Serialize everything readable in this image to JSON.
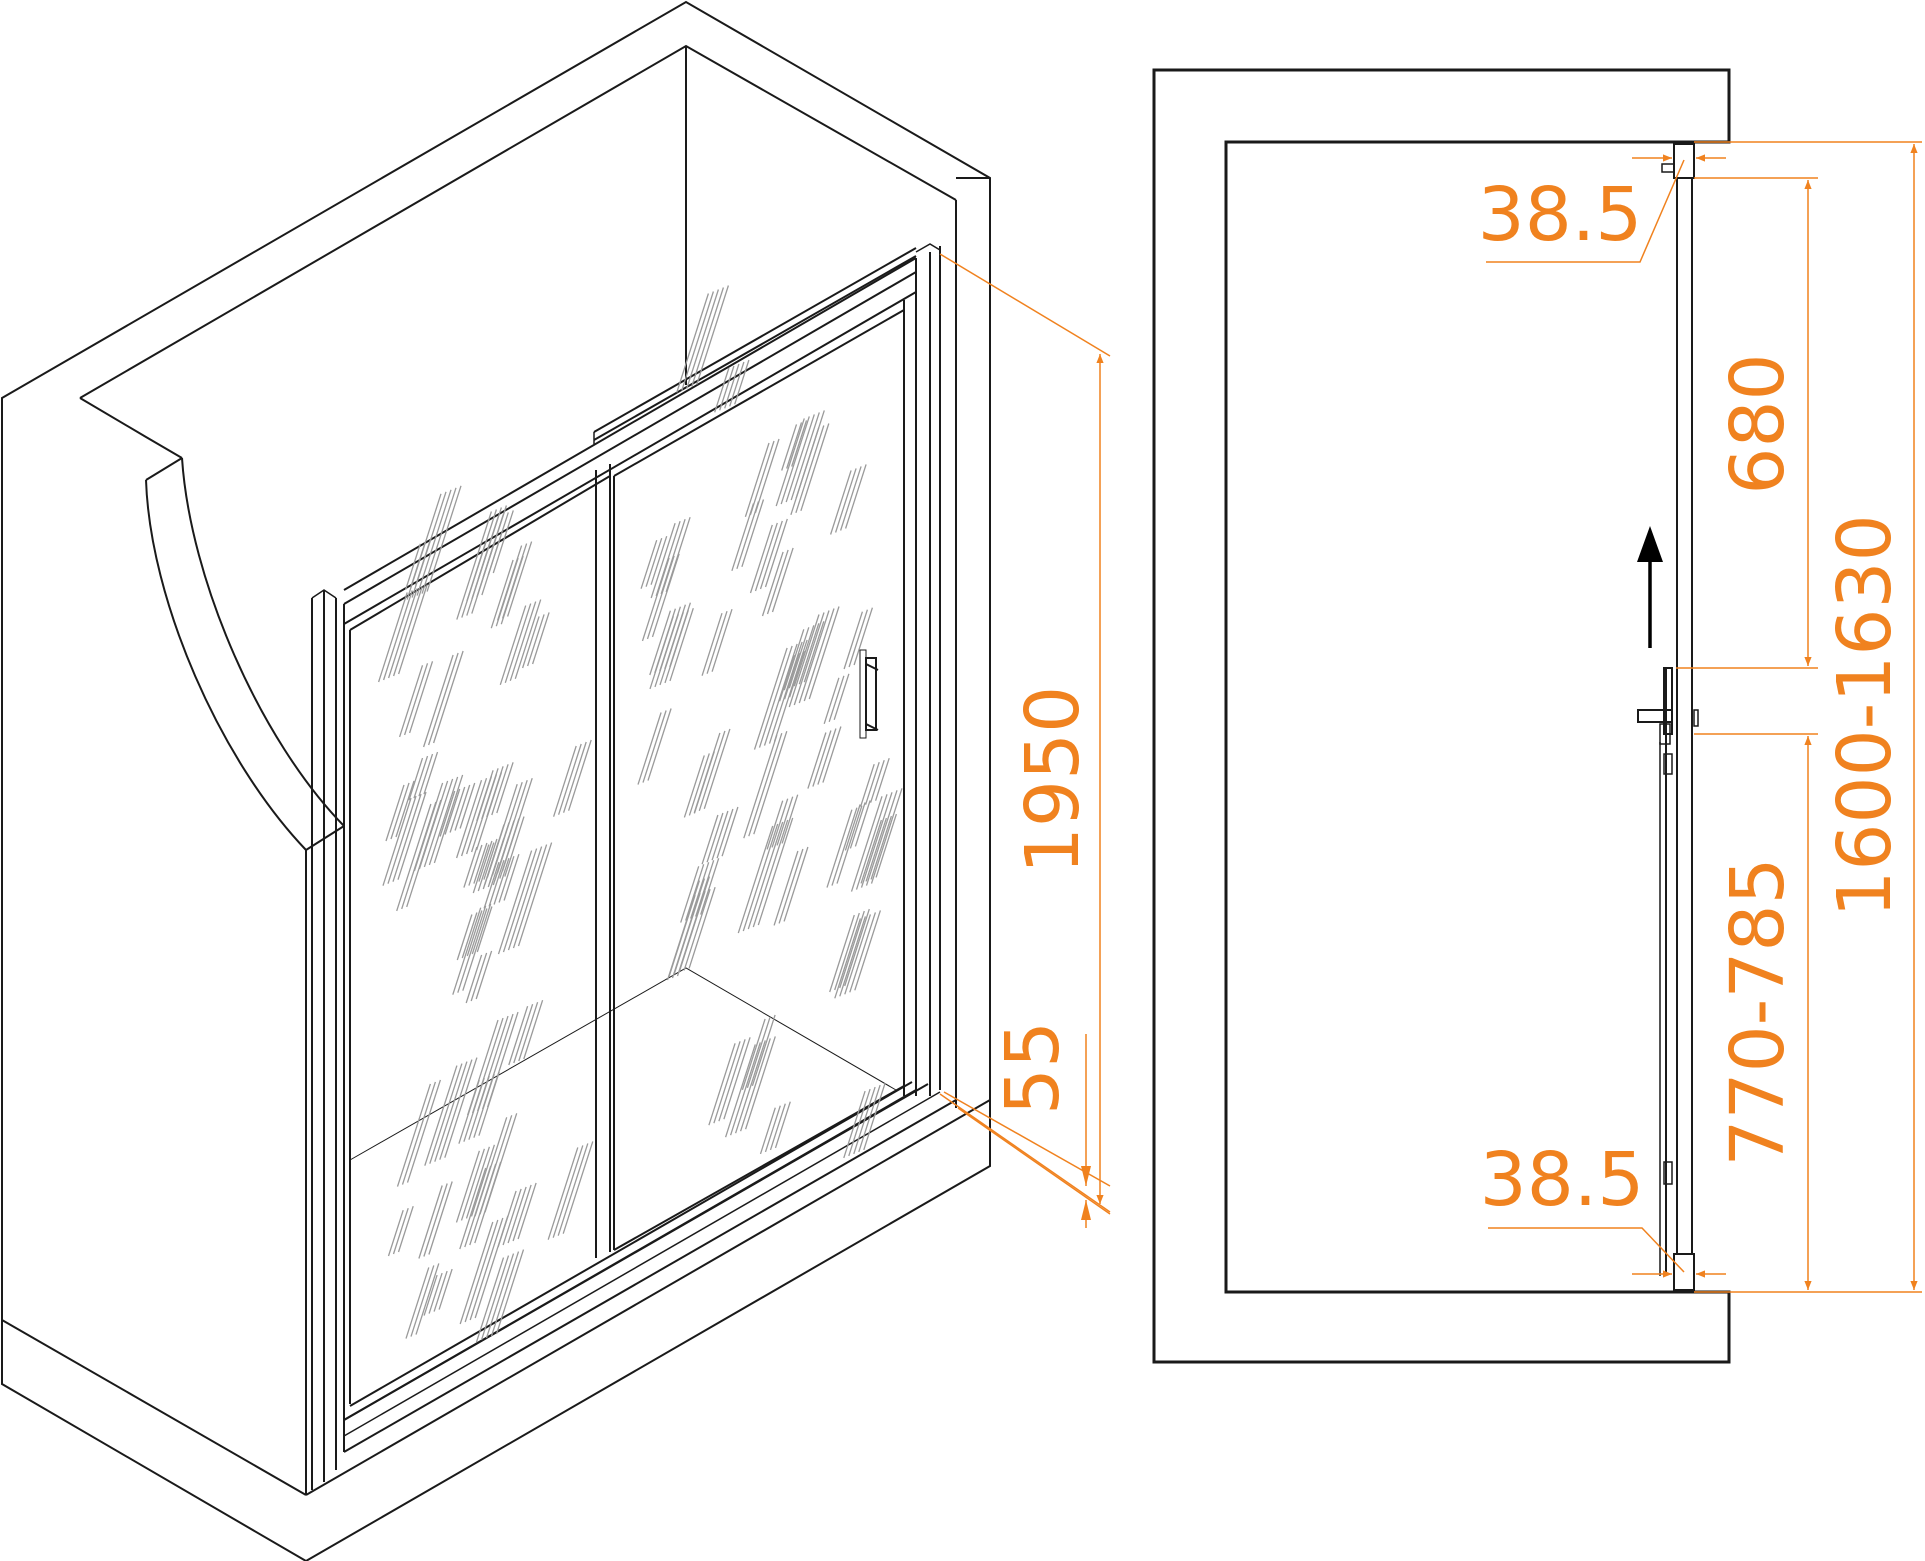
{
  "colors": {
    "dimension": "#f0821f",
    "outline": "#1a1a1a",
    "glass_pattern": "#9a9a9a",
    "background": "#ffffff"
  },
  "isometric_view": {
    "height_label": "1950",
    "tray_label": "55"
  },
  "plan_view": {
    "top_gap_label": "38.5",
    "bottom_gap_label": "38.5",
    "fixed_panel_label": "680",
    "sliding_panel_label": "770-785",
    "total_width_label": "1600-1630",
    "direction_icon": "arrow-up-icon"
  }
}
